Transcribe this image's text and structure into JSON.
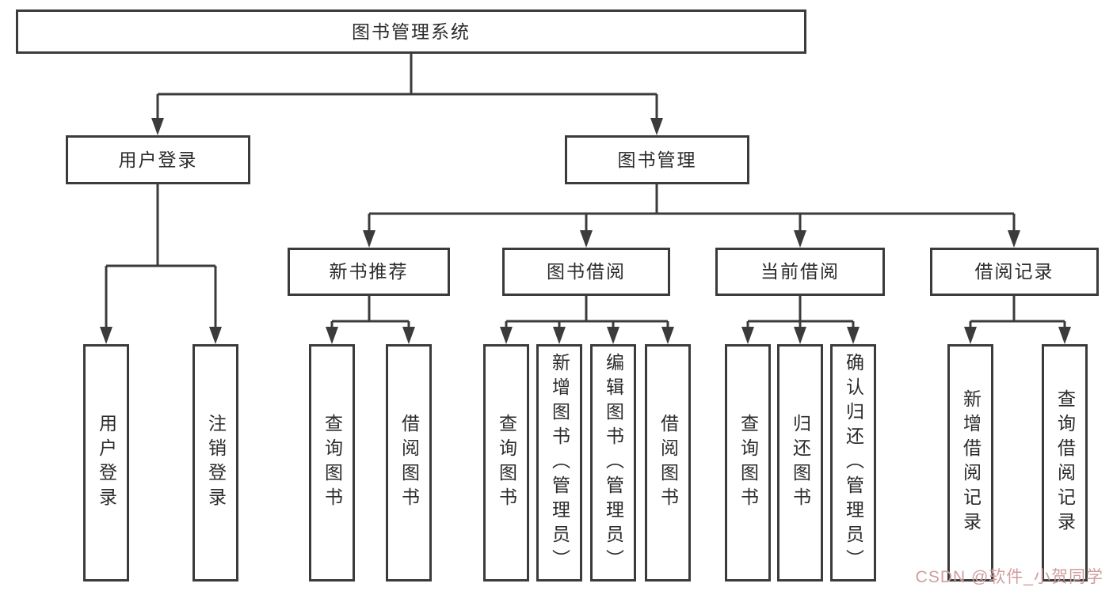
{
  "diagram": {
    "root": "图书管理系统",
    "branches": {
      "user_login": {
        "label": "用户登录",
        "children": {
          "login": "用户登录",
          "logout": "注销登录"
        }
      },
      "book_mgmt": {
        "label": "图书管理",
        "sections": {
          "new_book": {
            "label": "新书推荐",
            "children": {
              "query": "查询图书",
              "borrow": "借阅图书"
            }
          },
          "book_borrow": {
            "label": "图书借阅",
            "children": {
              "query": "查询图书",
              "add": "新增图书（管理员）",
              "edit": "编辑图书（管理员）",
              "borrow": "借阅图书"
            }
          },
          "current_borrow": {
            "label": "当前借阅",
            "children": {
              "query": "查询图书",
              "return": "归还图书",
              "confirm": "确认归还（管理员）"
            }
          },
          "borrow_record": {
            "label": "借阅记录",
            "children": {
              "add": "新增借阅记录",
              "query": "查询借阅记录"
            }
          }
        }
      }
    }
  },
  "watermark": {
    "text": "CSDN @软件_小贺同学"
  },
  "colors": {
    "line": "#3b3b3b",
    "text": "#2b2b2b",
    "background": "#ffffff",
    "watermark": "#cf9e9e"
  }
}
